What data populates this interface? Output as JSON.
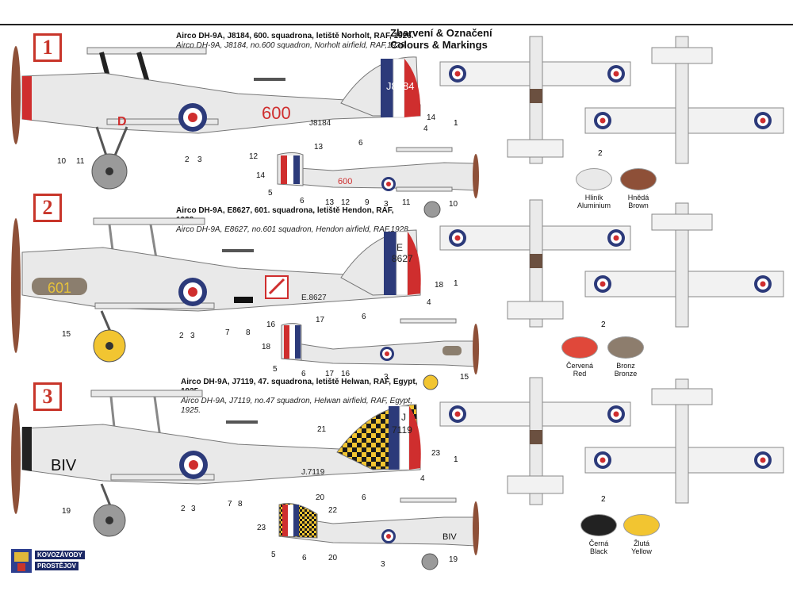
{
  "profiles": [
    {
      "badge": "1",
      "caption_cz": "Airco DH-9A, J8184, 600. squadrona, letiště Norholt, RAF, 1926.",
      "caption_en": "Airco DH-9A, J8184, no.600 squadron, Norholt airfield, RAF,1926.",
      "serial": "J8184",
      "rudder_serial": "J8184",
      "fuselage_code": "600",
      "callouts": [
        "1",
        "2",
        "3",
        "4",
        "5",
        "6",
        "9",
        "10",
        "11",
        "12",
        "13",
        "14"
      ]
    },
    {
      "badge": "2",
      "caption_cz": "Airco DH-9A, E8627, 601. squadrona, letiště Hendon, RAF, 1928.",
      "caption_en": "Airco DH-9A, E8627, no.601 squadron, Hendon airfield, RAF,1928.",
      "serial": "E.8627",
      "rudder_serial_top": "E",
      "rudder_serial_bottom": "8627",
      "fuselage_code": "601",
      "callouts": [
        "1",
        "2",
        "3",
        "4",
        "5",
        "6",
        "7",
        "8",
        "15",
        "16",
        "17",
        "18"
      ]
    },
    {
      "badge": "3",
      "caption_cz": "Airco DH-9A, J7119, 47. squadrona, letiště Helwan, RAF, Egypt, 1925.",
      "caption_en": "Airco DH-9A, J7119, no.47 squadron, Helwan airfield, RAF, Egypt, 1925.",
      "serial": "J.7119",
      "rudder_serial_top": "J",
      "rudder_serial_bottom": "7119",
      "fuselage_code": "BIV",
      "callouts": [
        "1",
        "2",
        "3",
        "4",
        "5",
        "6",
        "7",
        "8",
        "19",
        "20",
        "21",
        "22",
        "23"
      ]
    }
  ],
  "heading": {
    "cz": "Zbarvení & Označení",
    "en": "Colours & Markings"
  },
  "swatches": [
    {
      "cz": "Hliník",
      "en": "Aluminium",
      "color": "#e9e9e9"
    },
    {
      "cz": "Hnědá",
      "en": "Brown",
      "color": "#8e5038"
    },
    {
      "cz": "Červená",
      "en": "Red",
      "color": "#e0483a"
    },
    {
      "cz": "Bronz",
      "en": "Bronze",
      "color": "#8d7d6d"
    },
    {
      "cz": "Černá",
      "en": "Black",
      "color": "#222222"
    },
    {
      "cz": "Žlutá",
      "en": "Yellow",
      "color": "#f2c531"
    }
  ],
  "logo": {
    "line1": "KOVOZÁVODY",
    "line2": "PROSTĚJOV"
  },
  "colors": {
    "aluminium": "#e9e9e9",
    "roundel_blue": "#2c3a7a",
    "roundel_red": "#cf2e2e",
    "prop_brown": "#8e5038",
    "yellow": "#f2c531",
    "checker_black": "#1a1a1a"
  }
}
